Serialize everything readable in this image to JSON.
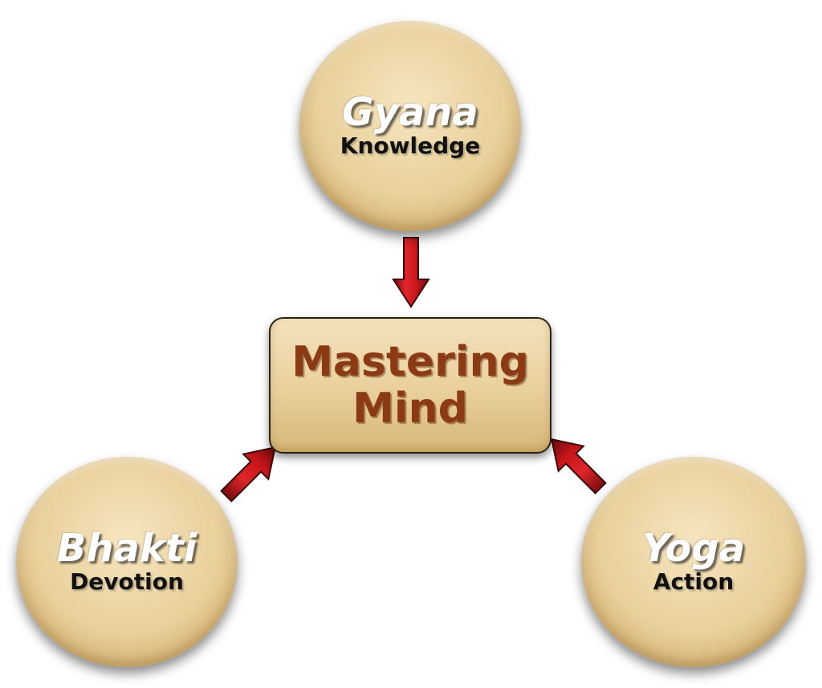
{
  "center": {
    "line1": "Mastering",
    "line2": "Mind"
  },
  "nodes": {
    "gyana": {
      "title": "Gyana",
      "subtitle": "Knowledge"
    },
    "bhakti": {
      "title": "Bhakti",
      "subtitle": "Devotion"
    },
    "yoga": {
      "title": "Yoga",
      "subtitle": "Action"
    }
  },
  "colors": {
    "node_fill": "#e9d09c",
    "center_text": "#8b3a14",
    "arrow": "#c8161b"
  },
  "arrows": [
    {
      "from": "gyana",
      "to": "center"
    },
    {
      "from": "bhakti",
      "to": "center"
    },
    {
      "from": "yoga",
      "to": "center"
    }
  ]
}
